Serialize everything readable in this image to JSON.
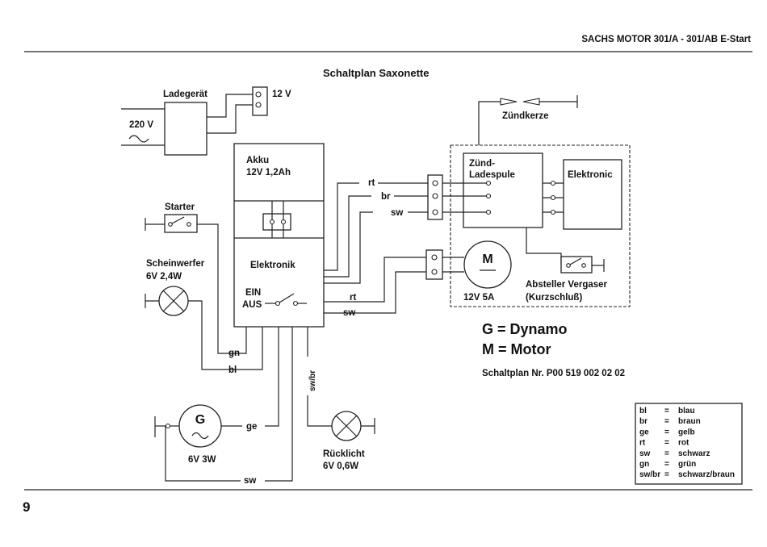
{
  "header": {
    "title": "SACHS MOTOR 301/A - 301/AB E-Start"
  },
  "page_number": "9",
  "diagram_title": "Schaltplan Saxonette",
  "components": {
    "charger": "Ladegerät",
    "mains_voltage": "220 V",
    "charger_output": "12 V",
    "battery_name": "Akku",
    "battery_spec": "12V 1,2Ah",
    "electronics": "Elektronik",
    "switch_on": "EIN",
    "switch_off": "AUS",
    "starter": "Starter",
    "headlight_name": "Scheinwerfer",
    "headlight_spec": "6V 2,4W",
    "generator_symbol": "G",
    "generator_spec": "6V 3W",
    "taillight_name": "Rücklicht",
    "taillight_spec": "6V 0,6W",
    "spark_plug": "Zündkerze",
    "ignition_coil_1": "Zünd-",
    "ignition_coil_2": "Ladespule",
    "elektronic_module": "Elektronic",
    "motor_symbol": "M",
    "motor_spec": "12V  5A",
    "carb_switch_1": "Absteller Vergaser",
    "carb_switch_2": "(Kurzschluß)"
  },
  "wires": {
    "rt": "rt",
    "br": "br",
    "sw": "sw",
    "gn": "gn",
    "bl": "bl",
    "ge": "ge",
    "swbr": "sw/br"
  },
  "notes": {
    "g_dynamo": "G = Dynamo",
    "m_motor": "M = Motor",
    "plan_number": "Schaltplan Nr. P00 519 002 02 02"
  },
  "legend": [
    {
      "abbr": "bl",
      "eq": "=",
      "name": "blau"
    },
    {
      "abbr": "br",
      "eq": "=",
      "name": "braun"
    },
    {
      "abbr": "ge",
      "eq": "=",
      "name": "gelb"
    },
    {
      "abbr": "rt",
      "eq": "=",
      "name": "rot"
    },
    {
      "abbr": "sw",
      "eq": "=",
      "name": "schwarz"
    },
    {
      "abbr": "gn",
      "eq": "=",
      "name": "grün"
    },
    {
      "abbr": "sw/br",
      "eq": "=",
      "name": "schwarz/braun"
    }
  ]
}
